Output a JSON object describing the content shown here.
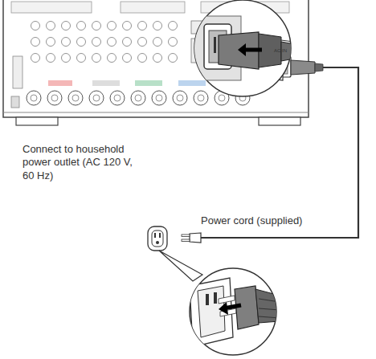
{
  "diagram": {
    "labels": [
      "Connect to household power outlet (AC 120 V, 60 Hz)",
      "Power cord (supplied)",
      "AC IN"
    ]
  }
}
